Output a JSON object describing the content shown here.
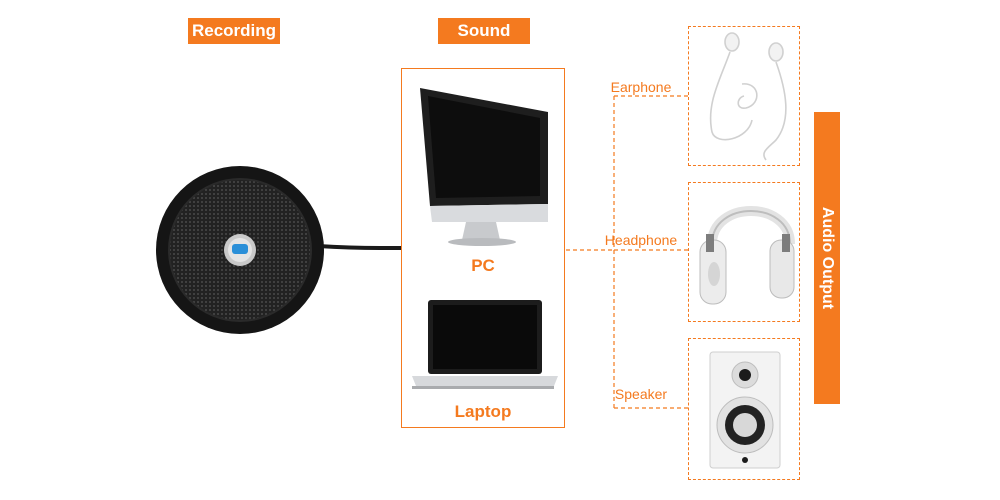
{
  "headers": {
    "recording": "Recording",
    "sound": "Sound"
  },
  "devices": {
    "pc": "PC",
    "laptop": "Laptop"
  },
  "outputs": {
    "earphone": "Earphone",
    "headphone": "Headphone",
    "speaker": "Speaker"
  },
  "side_label": "Audio Output",
  "colors": {
    "accent": "#f47a1f",
    "device_dark": "#1a1a1a",
    "device_silver": "#d7d9dc",
    "logo_blue": "#2a8fd8"
  }
}
